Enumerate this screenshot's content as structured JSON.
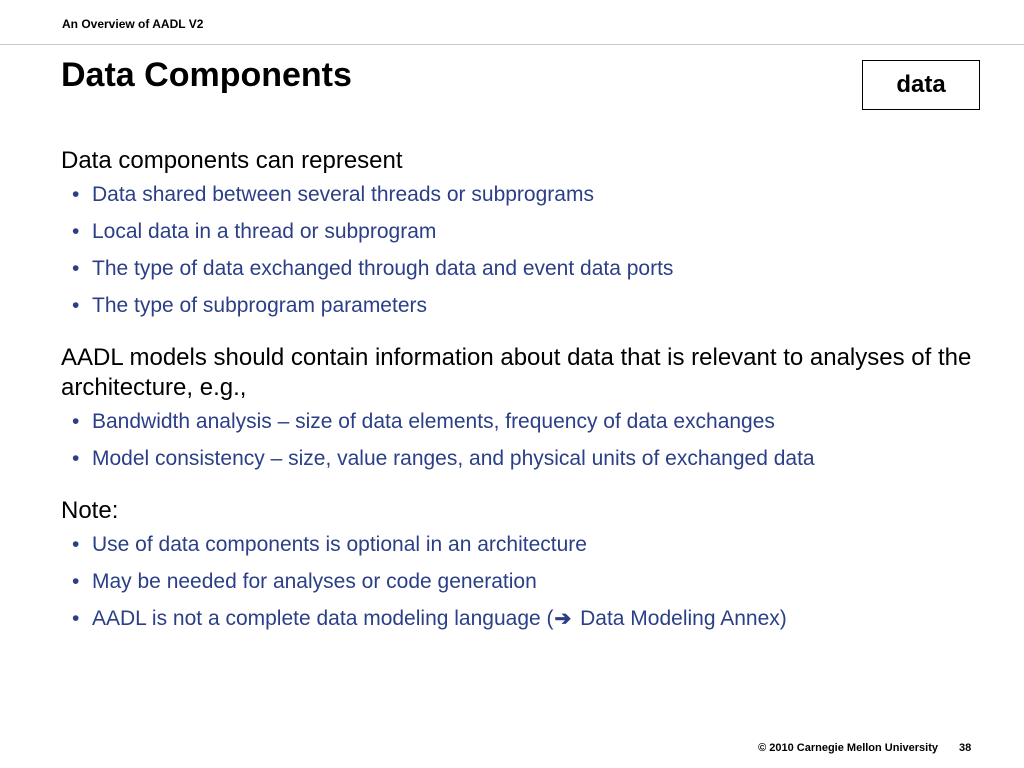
{
  "header": {
    "title": "An Overview of AADL V2"
  },
  "slide": {
    "title": "Data Components",
    "tag": "data"
  },
  "sections": [
    {
      "lead": "Data components can represent",
      "bullets": [
        "Data shared between several threads or subprograms",
        "Local data in a thread or subprogram",
        "The type of data exchanged through data and event data ports",
        "The type of subprogram parameters"
      ]
    },
    {
      "lead": "AADL models should contain information about data that is relevant to analyses of the architecture, e.g.,",
      "bullets": [
        "Bandwidth analysis – size of data elements, frequency of data exchanges",
        "Model consistency – size, value ranges, and physical units of exchanged data"
      ]
    },
    {
      "lead": "Note:",
      "bullets": [
        "Use of data components is optional in an architecture",
        "May be needed for analyses or code generation"
      ],
      "last_bullet": {
        "before": "AADL is not a complete data modeling language (",
        "icon": "right-arrow-icon",
        "after": " Data Modeling Annex)"
      }
    }
  ],
  "footer": {
    "copyright": "© 2010 Carnegie Mellon University",
    "page_number": "38"
  },
  "colors": {
    "bullet_text": "#2b3f87",
    "heading_text": "#000000"
  }
}
